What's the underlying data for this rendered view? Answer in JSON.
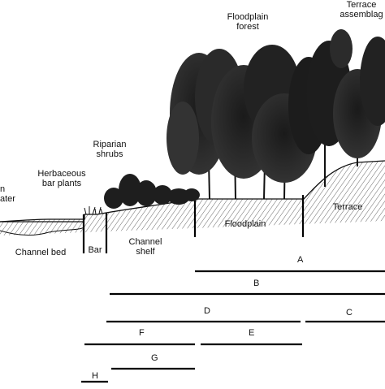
{
  "labels": {
    "floodplain_forest_1": "Floodplain",
    "floodplain_forest_2": "forest",
    "terrace_assemblage_1": "Terrace",
    "terrace_assemblage_2": "assemblag",
    "riparian_1": "Riparian",
    "riparian_2": "shrubs",
    "herbaceous_1": "Herbaceous",
    "herbaceous_2": "bar plants",
    "water_1": "n",
    "water_2": "ater",
    "channel_bed": "Channel bed",
    "bar": "Bar",
    "channel_shelf_1": "Channel",
    "channel_shelf_2": "shelf",
    "floodplain": "Floodplain",
    "terrace": "Terrace"
  },
  "segments": [
    {
      "id": "A",
      "label": "A"
    },
    {
      "id": "B",
      "label": "B"
    },
    {
      "id": "D",
      "label": "D"
    },
    {
      "id": "C",
      "label": "C"
    },
    {
      "id": "F",
      "label": "F"
    },
    {
      "id": "E",
      "label": "E"
    },
    {
      "id": "G",
      "label": "G"
    },
    {
      "id": "H",
      "label": "H"
    }
  ]
}
